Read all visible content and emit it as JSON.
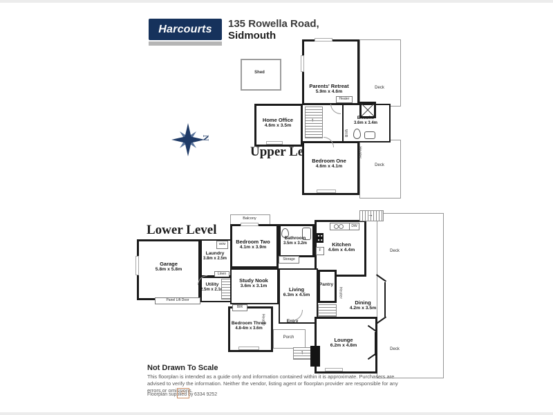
{
  "header": {
    "logo": "Harcourts",
    "address_line1": "135 Rowella Road,",
    "address_line2": "Sidmouth"
  },
  "compass": {
    "north": "N"
  },
  "upper_level": {
    "title": "Upper Level",
    "rooms": [
      {
        "name": "Parents' Retreat",
        "dims": "5.9m x 4.6m"
      },
      {
        "name": "Home Office",
        "dims": "4.6m x 3.5m"
      },
      {
        "name": "Ensuite",
        "dims": "3.6m x 3.4m"
      },
      {
        "name": "Bedroom One",
        "dims": "4.6m x 4.1m"
      }
    ],
    "labels": {
      "deck": "Deck",
      "shed": "Shed",
      "wir": "WIR",
      "heater": "Heater"
    }
  },
  "lower_level": {
    "title": "Lower Level",
    "rooms": [
      {
        "name": "Garage",
        "dims": "5.8m x 5.8m"
      },
      {
        "name": "Laundry",
        "dims": "3.8m x 2.5m"
      },
      {
        "name": "Utility",
        "dims": "2.5m x 2.1m"
      },
      {
        "name": "Bedroom Two",
        "dims": "4.1m x 3.9m"
      },
      {
        "name": "Bathroom",
        "dims": "3.5m x 3.2m"
      },
      {
        "name": "Kitchen",
        "dims": "4.6m x 4.4m"
      },
      {
        "name": "Study Nook",
        "dims": "3.6m x 3.1m"
      },
      {
        "name": "Living",
        "dims": "6.3m x 4.5m"
      },
      {
        "name": "Dining",
        "dims": "4.2m x 3.5m"
      },
      {
        "name": "Bedroom Three",
        "dims": "4.8-4m x 3.6m"
      },
      {
        "name": "Lounge",
        "dims": "6.2m x 4.8m"
      }
    ],
    "labels": {
      "balcony": "Balcony",
      "pantry": "Pantry",
      "storage": "Storage",
      "linen": "Linen",
      "washing_machine": "W/M",
      "dishwasher": "DW",
      "fridge": "F",
      "built_in_robe": "BIR",
      "entry": "Entry",
      "porch": "Porch",
      "panel_lift_door": "Panel Lift Door",
      "deck": "Deck",
      "heater": "Heater"
    }
  },
  "footer": {
    "scale_note": "Not Drawn To Scale",
    "disclaimer": "This floorplan is intended as a guide only and information contained within it is approximate. Purchasers are advised to verify the information. Neither the vendor, listing agent or floorplan provider are responsible for any errors or omissions.",
    "supplied_by": "Floorplan supplied by",
    "phone": "6334 9252"
  }
}
